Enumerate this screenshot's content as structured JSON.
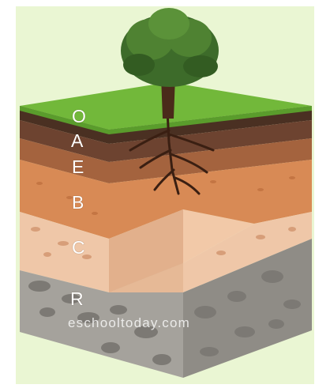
{
  "diagram": {
    "background_color": "#eaf6d3",
    "horizons": [
      {
        "label": "O",
        "color": "#5a3a27"
      },
      {
        "label": "A",
        "color": "#7b4a2d"
      },
      {
        "label": "E",
        "color": "#a9683f"
      },
      {
        "label": "B",
        "color": "#d98c56"
      },
      {
        "label": "C",
        "color": "#eec3a3"
      },
      {
        "label": "R",
        "color": "#a3a09a"
      }
    ],
    "watermark": "eschooltoday.com"
  }
}
